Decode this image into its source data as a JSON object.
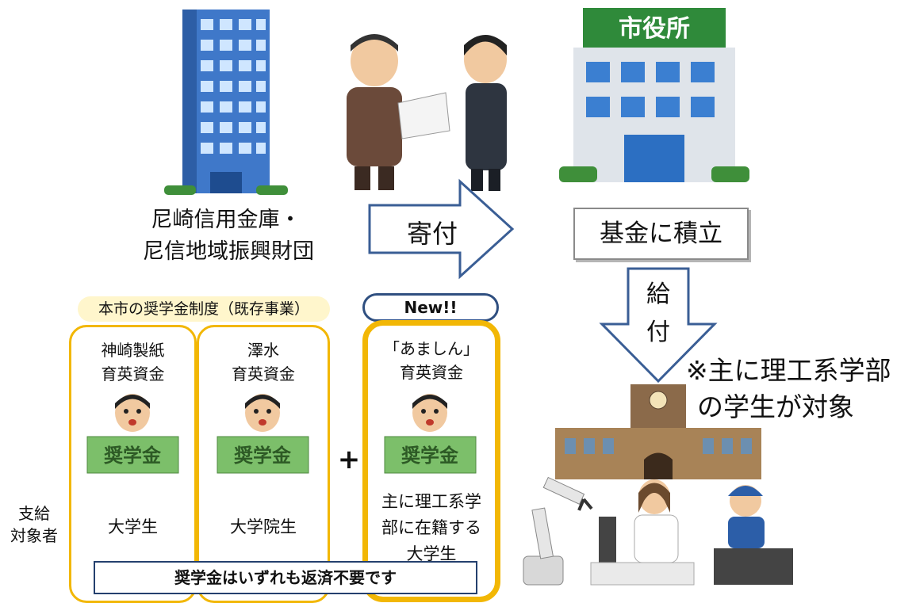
{
  "top": {
    "bank_label_line1": "尼崎信用金庫・",
    "bank_label_line2": "尼信地域振興財団",
    "donation_label": "寄付",
    "city_hall_sign": "市役所",
    "fund_label": "基金に積立",
    "payout_label_line1": "給",
    "payout_label_line2": "付",
    "note_line1": "※主に理工系学部",
    "note_line2": "の学生が対象"
  },
  "existing": {
    "title": "本市の奨学金制度（既存事業）",
    "cards": [
      {
        "name_line1": "神崎製紙",
        "name_line2": "育英資金",
        "target": "大学生"
      },
      {
        "name_line1": "澤水",
        "name_line2": "育英資金",
        "target": "大学院生"
      }
    ]
  },
  "new_fund": {
    "badge": "New!!",
    "name_line1": "「あましん」",
    "name_line2": "育英資金",
    "target_line1": "主に理工系学",
    "target_line2": "部に在籍する",
    "target_line3": "大学生"
  },
  "scholarship_sign": "奨学金",
  "plus_sign": "+",
  "side_label_line1": "支給",
  "side_label_line2": "対象者",
  "banner": "奨学金はいずれも返済不要です",
  "colors": {
    "card_border": "#f2b705",
    "arrow_outline": "#3a5e95",
    "banner_border": "#24406e"
  }
}
